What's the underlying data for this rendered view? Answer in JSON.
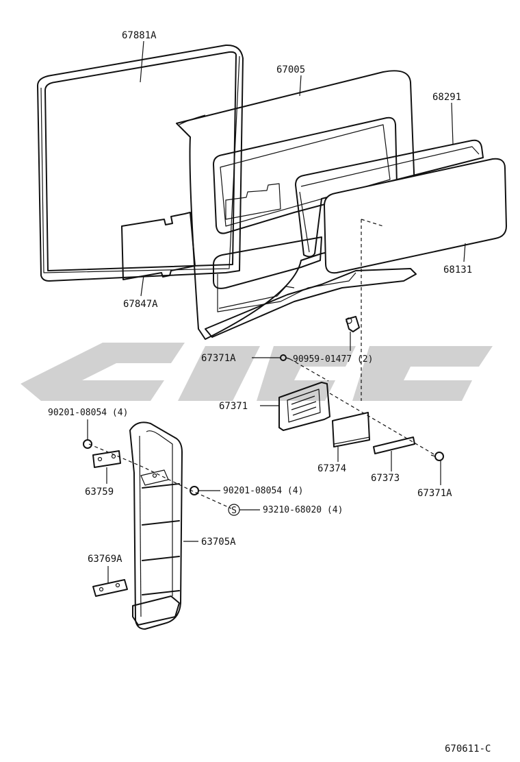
{
  "diagram": {
    "part_labels": {
      "p67881A": "67881A",
      "p67005": "67005",
      "p68291": "68291",
      "p68131": "68131",
      "p67847A": "67847A",
      "p67371A_top": "67371A",
      "p90959": "90959-01477 (2)",
      "p67371": "67371",
      "p90201_left": "90201-08054 (4)",
      "p63759": "63759",
      "p67374": "67374",
      "p67373": "67373",
      "p67371A_right": "67371A",
      "p90201_right": "90201-08054 (4)",
      "p93210": "93210-68020 (4)",
      "p63705A": "63705A",
      "p63769A": "63769A"
    },
    "footer_code": "670611-C",
    "screw_symbol": "S"
  }
}
